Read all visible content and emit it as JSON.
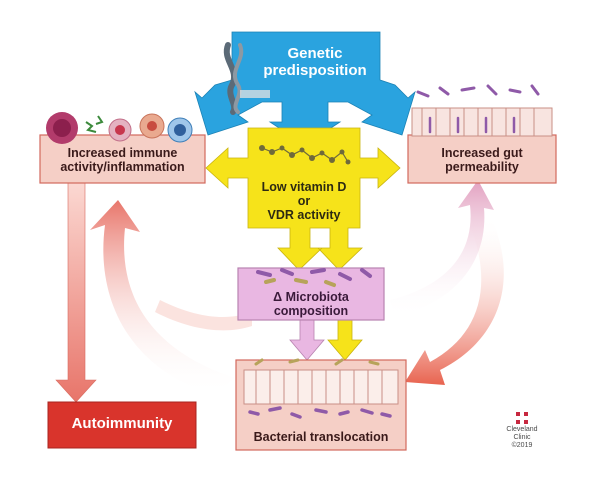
{
  "diagram": {
    "genetic": "Genetic\npredisposition",
    "immune": "Increased immune\nactivity/inflammation",
    "gut": "Increased gut\npermeability",
    "vitd_line1": "Low vitamin D",
    "vitd_line2": "or",
    "vitd_line3": "VDR activity",
    "microbiota_line1": "Δ Microbiota",
    "microbiota_line2": "composition",
    "autoimmunity": "Autoimmunity",
    "bacterial": "Bacterial translocation"
  },
  "credit": {
    "org_line1": "Cleveland",
    "org_line2": "Clinic",
    "year": "©2019"
  },
  "colors": {
    "blue": "#2aa3df",
    "yellow": "#f6e31a",
    "salmon_box": "#f5cfc6",
    "pink_box": "#e9b7e2",
    "red_box": "#d9342c",
    "arrow_red": "#e8756a"
  }
}
